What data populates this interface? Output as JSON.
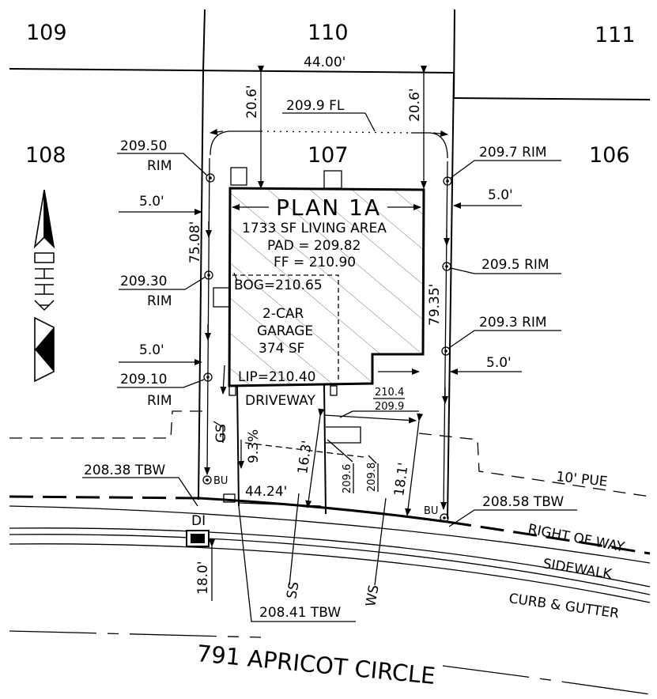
{
  "lots": {
    "l109": "109",
    "l110": "110",
    "l111": "111",
    "l108": "108",
    "l107": "107",
    "l106": "106"
  },
  "dims": {
    "rear_width": "44.00'",
    "rear_setback_left": "20.6'",
    "rear_setback_right": "20.6'",
    "side_left_top": "5.0'",
    "side_left_bottom": "5.0'",
    "side_right_top": "5.0'",
    "side_right_bottom": "5.0'",
    "left_depth": "75.08'",
    "right_depth": "79.35'",
    "front_width": "44.24'",
    "driveway_depth": "16.3'",
    "front_right": "18.1'",
    "di_offset": "18.0'"
  },
  "elevations": {
    "fl": "209.9 FL",
    "rim_l1_value": "209.50",
    "rim_l1_label": "RIM",
    "rim_l2_value": "209.30",
    "rim_l2_label": "RIM",
    "rim_l3_value": "209.10",
    "rim_l3_label": "RIM",
    "rim_r1": "209.7 RIM",
    "rim_r2": "209.5 RIM",
    "rim_r3": "209.3 RIM",
    "tbw_left": "208.38 TBW",
    "tbw_right": "208.58 TBW",
    "tbw_bottom": "208.41 TBW",
    "bog": "BOG=210.65",
    "lip": "LIP=210.40",
    "drive_top": "210.4",
    "drive_bot": "209.9",
    "spot_a": "209.6",
    "spot_b": "209.8"
  },
  "house": {
    "plan": "PLAN 1A",
    "area": "1733 SF LIVING AREA",
    "pad": "PAD = 209.82",
    "ff": "FF = 210.90",
    "garage1": "2-CAR",
    "garage2": "GARAGE",
    "garage3": "374 SF",
    "driveway": "DRIVEWAY"
  },
  "labels": {
    "gs": "GS",
    "slope": "9.3%",
    "bu_left": "BU",
    "bu_right": "BU",
    "di": "DI",
    "pue": "10' PUE",
    "row": "RIGHT OF WAY",
    "sidewalk": "SIDEWALK",
    "curb": "CURB & GUTTER",
    "ss": "SS",
    "ws": "WS",
    "street": "791 APRICOT CIRCLE"
  }
}
